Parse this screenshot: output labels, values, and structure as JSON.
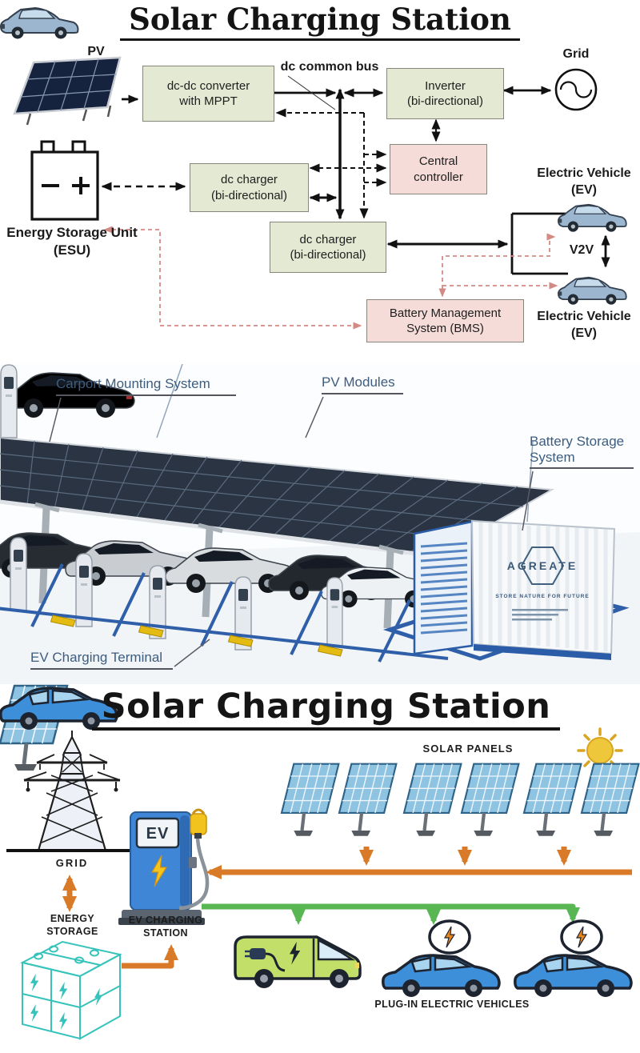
{
  "top": {
    "title": "Solar Charging Station",
    "pv": "PV",
    "bus": "dc common bus",
    "grid": "Grid",
    "dcdc": "dc-dc converter\nwith MPPT",
    "inverter": "Inverter\n(bi-directional)",
    "controller": "Central\ncontroller",
    "charger1": "dc charger\n(bi-directional)",
    "charger2": "dc charger\n(bi-directional)",
    "esu": "Energy Storage Unit\n(ESU)",
    "bms": "Battery Management\nSystem (BMS)",
    "ev1": "Electric Vehicle\n(EV)",
    "v2v": "V2V",
    "ev2": "Electric Vehicle\n(EV)"
  },
  "middle": {
    "labels": {
      "carport": "Carport Mounting System",
      "pv_modules": "PV Modules",
      "battery": "Battery Storage\nSystem",
      "terminal": "EV Charging Terminal"
    },
    "container": {
      "brand": "AGREATE",
      "tagline": "STORE NATURE FOR FUTURE"
    }
  },
  "bottom": {
    "title": "Solar Charging Station",
    "grid": "GRID",
    "energy_storage": "ENERGY\nSTORAGE",
    "ev_sign": "EV",
    "ev_station": "EV CHARGING\nSTATION",
    "solar_panels": "SOLAR PANELS",
    "pev": "PLUG-IN ELECTRIC VEHICLES"
  },
  "colors": {
    "box_green": "#e3e9d2",
    "box_pink": "#f6dcd8",
    "pink_arrow": "#d48a84",
    "label_blue": "#3d5c7e",
    "orange": "#d97a28",
    "green": "#58b653",
    "teal": "#35c3bb",
    "pump_blue": "#3f86d6",
    "panel_blue": "#8ec3e2",
    "sun_yellow": "#eec73a"
  }
}
